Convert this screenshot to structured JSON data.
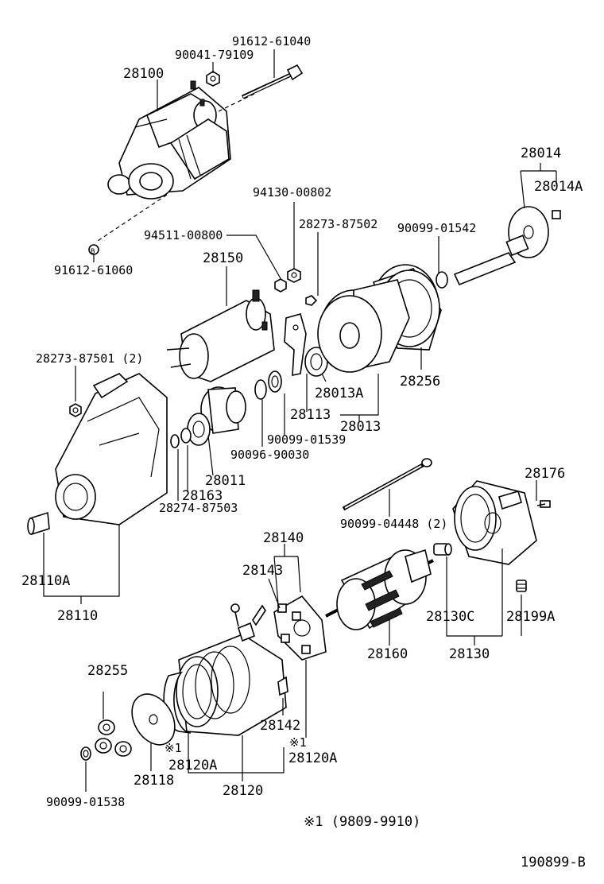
{
  "labels": {
    "p91612_61040": "91612-61040",
    "p90041_79109": "90041-79109",
    "p28100": "28100",
    "p91612_61060": "91612-61060",
    "p94130_00802": "94130-00802",
    "p94511_00800": "94511-00800",
    "p28273_87502": "28273-87502",
    "p90099_01542": "90099-01542",
    "p28014": "28014",
    "p28014A": "28014A",
    "p28150": "28150",
    "p28256": "28256",
    "p28273_87501": "28273-87501 (2)",
    "p28013A": "28013A",
    "p28113": "28113",
    "p28013": "28013",
    "p90099_01539": "90099-01539",
    "p90096_90030": "90096-90030",
    "p28011": "28011",
    "p28163": "28163",
    "p28274_87503": "28274-87503",
    "p28176": "28176",
    "p90099_04448": "90099-04448 (2)",
    "p28110A": "28110A",
    "p28110": "28110",
    "p28140": "28140",
    "p28143": "28143",
    "p28130C": "28130C",
    "p28199A": "28199A",
    "p28160": "28160",
    "p28130": "28130",
    "p28255": "28255",
    "p28142": "28142",
    "p28120A_left": "28120A",
    "p28120A_right": "28120A",
    "note_left": "※1",
    "note_right": "※1",
    "p28118": "28118",
    "p28120": "28120",
    "p90099_01538": "90099-01538"
  },
  "footnote": "※1 (9809-9910)",
  "figure_id": "190899-B",
  "ref_marker": "B"
}
